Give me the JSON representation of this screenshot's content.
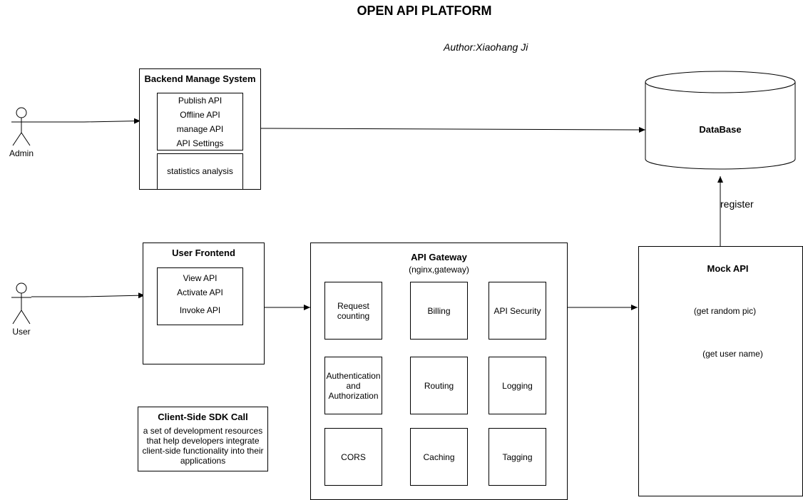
{
  "title": "OPEN API PLATFORM",
  "author": "Author:Xiaohang Ji",
  "actors": {
    "admin": "Admin",
    "user": "User"
  },
  "backend": {
    "title": "Backend Manage System",
    "items": [
      "Publish  API",
      "Offline API",
      "manage API",
      "API Settings"
    ],
    "stats": "statistics analysis"
  },
  "frontend": {
    "title": "User Frontend",
    "items": [
      "View API",
      "Activate API",
      "Invoke API"
    ]
  },
  "sdk": {
    "title": "Client-Side SDK Call",
    "description": "a set of development resources that help developers integrate client-side functionality into their applications"
  },
  "gateway": {
    "title": "API Gateway",
    "subtitle": "(nginx,gateway)",
    "cells": [
      "Request counting",
      "Billing",
      "API Security",
      "Authentication and Authorization",
      "Routing",
      "Logging",
      "CORS",
      "Caching",
      "Tagging"
    ]
  },
  "database": {
    "label": "DataBase"
  },
  "register_label": "register",
  "mock": {
    "title": "Mock API",
    "items": [
      "(get random pic)",
      "(get user name)"
    ]
  },
  "colors": {
    "line": "#000000",
    "background": "#ffffff"
  }
}
